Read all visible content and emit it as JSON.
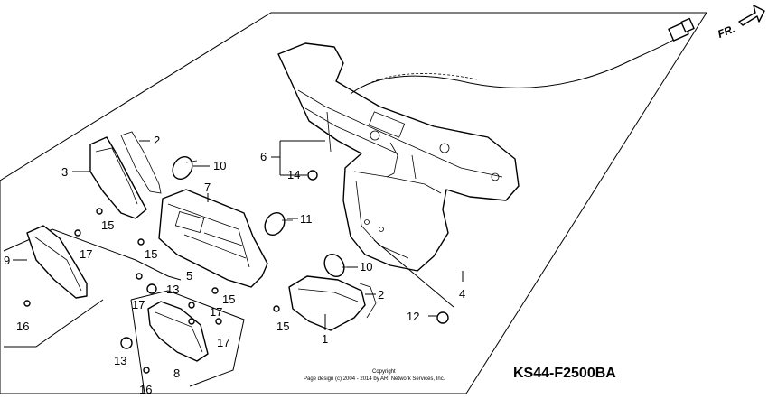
{
  "diagram": {
    "part_code": "KS44-F2500BA",
    "copyright_line1": "Copyright",
    "copyright_line2": "Page design (c) 2004 - 2014 by ARI Network Services, Inc.",
    "direction_label": "FR.",
    "callouts": {
      "c1": "1",
      "c2a": "2",
      "c2b": "2",
      "c3": "3",
      "c4": "4",
      "c5": "5",
      "c6": "6",
      "c7": "7",
      "c8": "8",
      "c9": "9",
      "c10a": "10",
      "c10b": "10",
      "c11": "11",
      "c12": "12",
      "c13a": "13",
      "c13b": "13",
      "c14": "14",
      "c15a": "15",
      "c15b": "15",
      "c15c": "15",
      "c15d": "15",
      "c16a": "16",
      "c16b": "16",
      "c17a": "17",
      "c17b": "17",
      "c17c": "17",
      "c17d": "17"
    }
  }
}
